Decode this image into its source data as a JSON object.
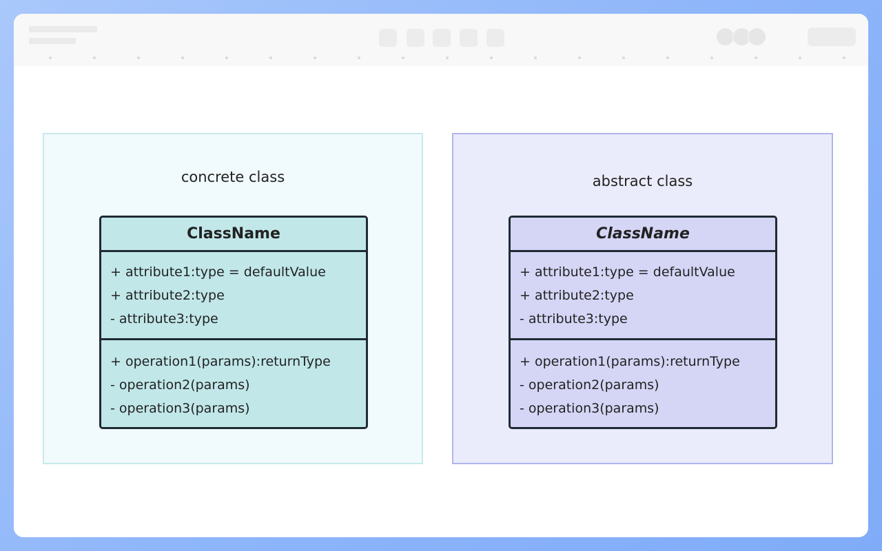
{
  "diagram": {
    "concrete": {
      "frame_label": "concrete class",
      "class_name": "ClassName",
      "attributes": [
        "+ attribute1:type = defaultValue",
        "+ attribute2:type",
        "- attribute3:type"
      ],
      "operations": [
        "+ operation1(params):returnType",
        "- operation2(params)",
        "- operation3(params)"
      ]
    },
    "abstract": {
      "frame_label": "abstract class",
      "class_name": "ClassName",
      "attributes": [
        "+ attribute1:type = defaultValue",
        "+ attribute2:type",
        "- attribute3:type"
      ],
      "operations": [
        "+ operation1(params):returnType",
        "- operation2(params)",
        "- operation3(params)"
      ]
    }
  },
  "colors": {
    "background_gradient": "#8fb6fa",
    "concrete_frame_fill": "#f1fafc",
    "concrete_frame_border": "#c7eaec",
    "concrete_class_fill": "#c1e7e9",
    "abstract_frame_fill": "#ebecfb",
    "abstract_frame_border": "#b0b4eb",
    "abstract_class_fill": "#d5d6f6",
    "class_border": "#1f2a33"
  }
}
